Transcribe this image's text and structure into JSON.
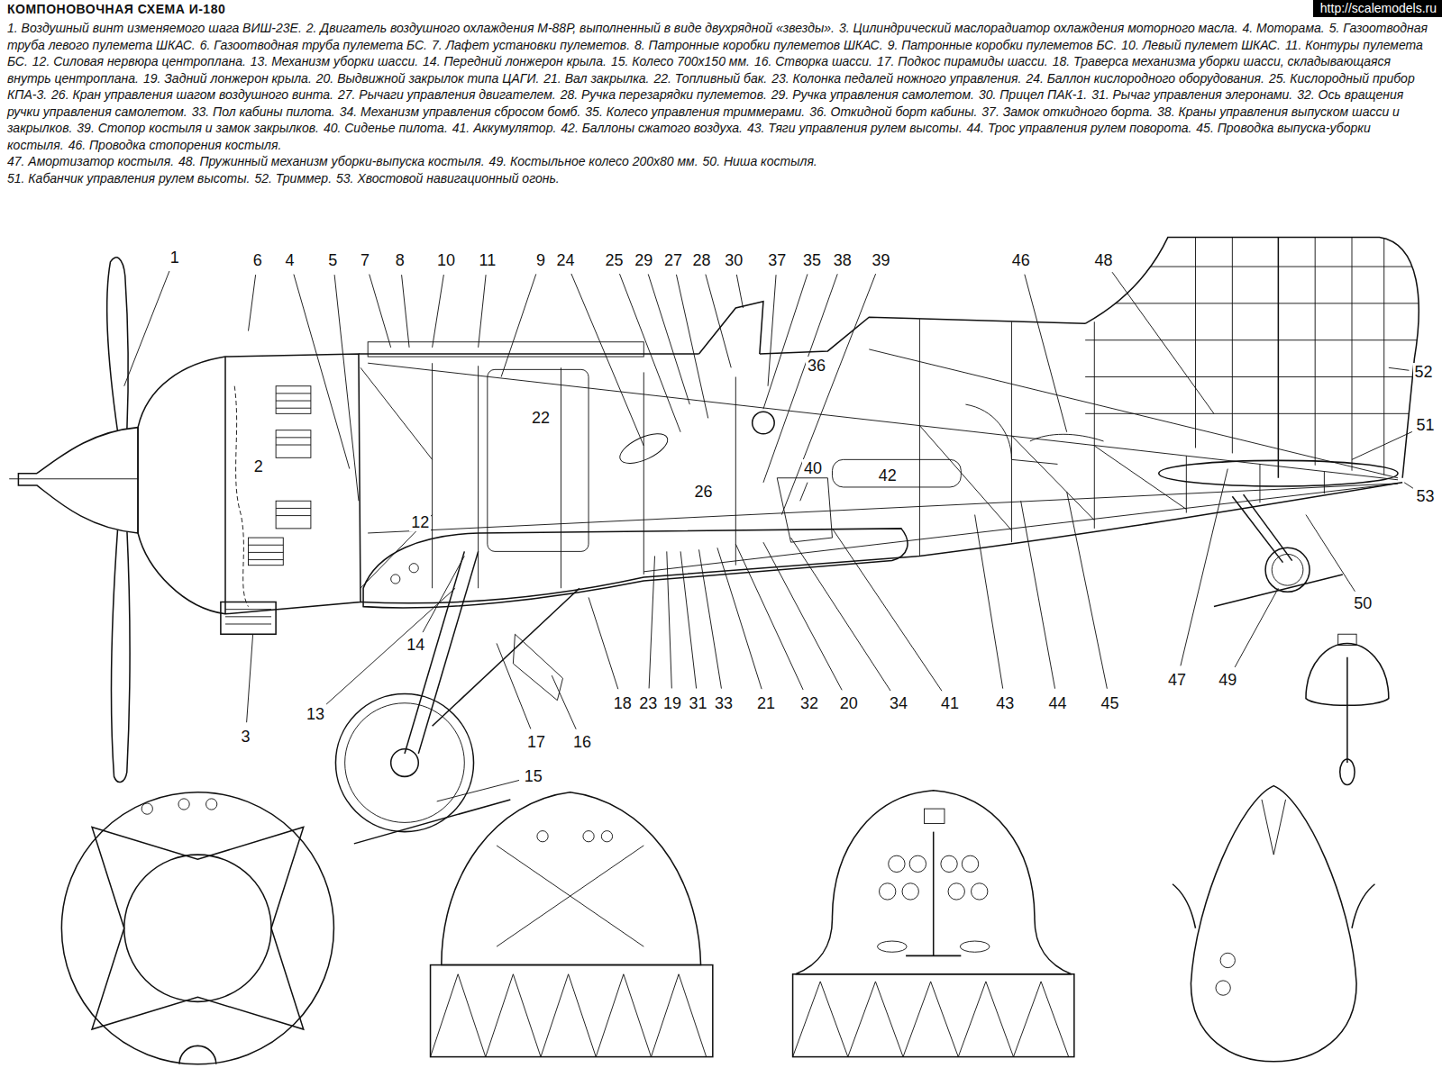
{
  "diagram": {
    "title": "КОМПОНОВОЧНАЯ СХЕМА И-180",
    "labels": [
      "1. Воздушный винт изменяемого шага ВИШ-23Е.",
      "2. Двигатель воздушного охлаждения М-88Р, выполненный в виде двухрядной «звезды».",
      "3. Цилиндрический маслорадиатор охлаждения моторного масла.",
      "4. Моторама.",
      "5. Газоотводная труба левого пулемета ШКАС.",
      "6. Газоотводная труба пулемета БС.",
      "7. Лафет установки пулеметов.",
      "8. Патронные коробки пулеметов ШКАС.",
      "9. Патронные коробки пулеметов БС.",
      "10. Левый пулемет ШКАС.",
      "11. Контуры пулемета БС.",
      "12. Силовая нервюра центроплана.",
      "13. Механизм уборки шасси.",
      "14. Передний лонжерон крыла.",
      "15. Колесо 700x150 мм.",
      "16. Створка шасси.",
      "17. Подкос пирамиды шасси.",
      "18. Траверса механизма уборки шасси, складывающаяся внутрь центроплана.",
      "19. Задний лонжерон крыла.",
      "20. Выдвижной закрылок типа ЦАГИ.",
      "21. Вал закрылка.",
      "22. Топливный бак.",
      "23. Колонка педалей ножного управления.",
      "24. Баллон кислородного оборудования.",
      "25. Кислородный прибор КПА-3.",
      "26. Кран управления шагом воздушного винта.",
      "27. Рычаги управления двигателем.",
      "28. Ручка перезарядки пулеметов.",
      "29. Ручка управления самолетом.",
      "30. Прицел ПАК-1.",
      "31. Рычаг управления элеронами.",
      "32. Ось вращения ручки управления самолетом.",
      "33. Пол кабины пилота.",
      "34. Механизм управления сбросом бомб.",
      "35. Колесо управления триммерами.",
      "36. Откидной борт кабины.",
      "37. Замок откидного борта.",
      "38. Краны управления выпуском шасси и закрылков.",
      "39. Стопор костыля и замок закрылков.",
      "40. Сиденье пилота.",
      "41. Аккумулятор.",
      "42. Баллоны сжатого воздуха.",
      "43. Тяги управления рулем высоты.",
      "44. Трос управления рулем поворота.",
      "45. Проводка выпуска-уборки костыля.",
      "46. Проводка стопорения костыля.",
      "47. Амортизатор костыля.",
      "48. Пружинный механизм уборки-выпуска костыля.",
      "49. Костыльное колесо 200x80 мм.",
      "50. Ниша костыля.",
      "51. Кабанчик управления рулем высоты.",
      "52. Триммер.",
      "53. Хвостовой навигационный огонь.",
      "1",
      "6",
      "4",
      "5",
      "7",
      "8",
      "10",
      "11",
      "9",
      "24",
      "25",
      "29",
      "27",
      "28",
      "30",
      "37",
      "35",
      "38",
      "39",
      "46",
      "48",
      "52",
      "36",
      "22",
      "2",
      "40",
      "42",
      "26",
      "51",
      "53",
      "12",
      "50",
      "14",
      "13",
      "49",
      "47",
      "17",
      "16",
      "15",
      "3",
      "18",
      "23",
      "19",
      "31",
      "33",
      "21",
      "32",
      "20",
      "34",
      "41",
      "43",
      "44",
      "45",
      "http://scalemodels.ru"
    ]
  }
}
